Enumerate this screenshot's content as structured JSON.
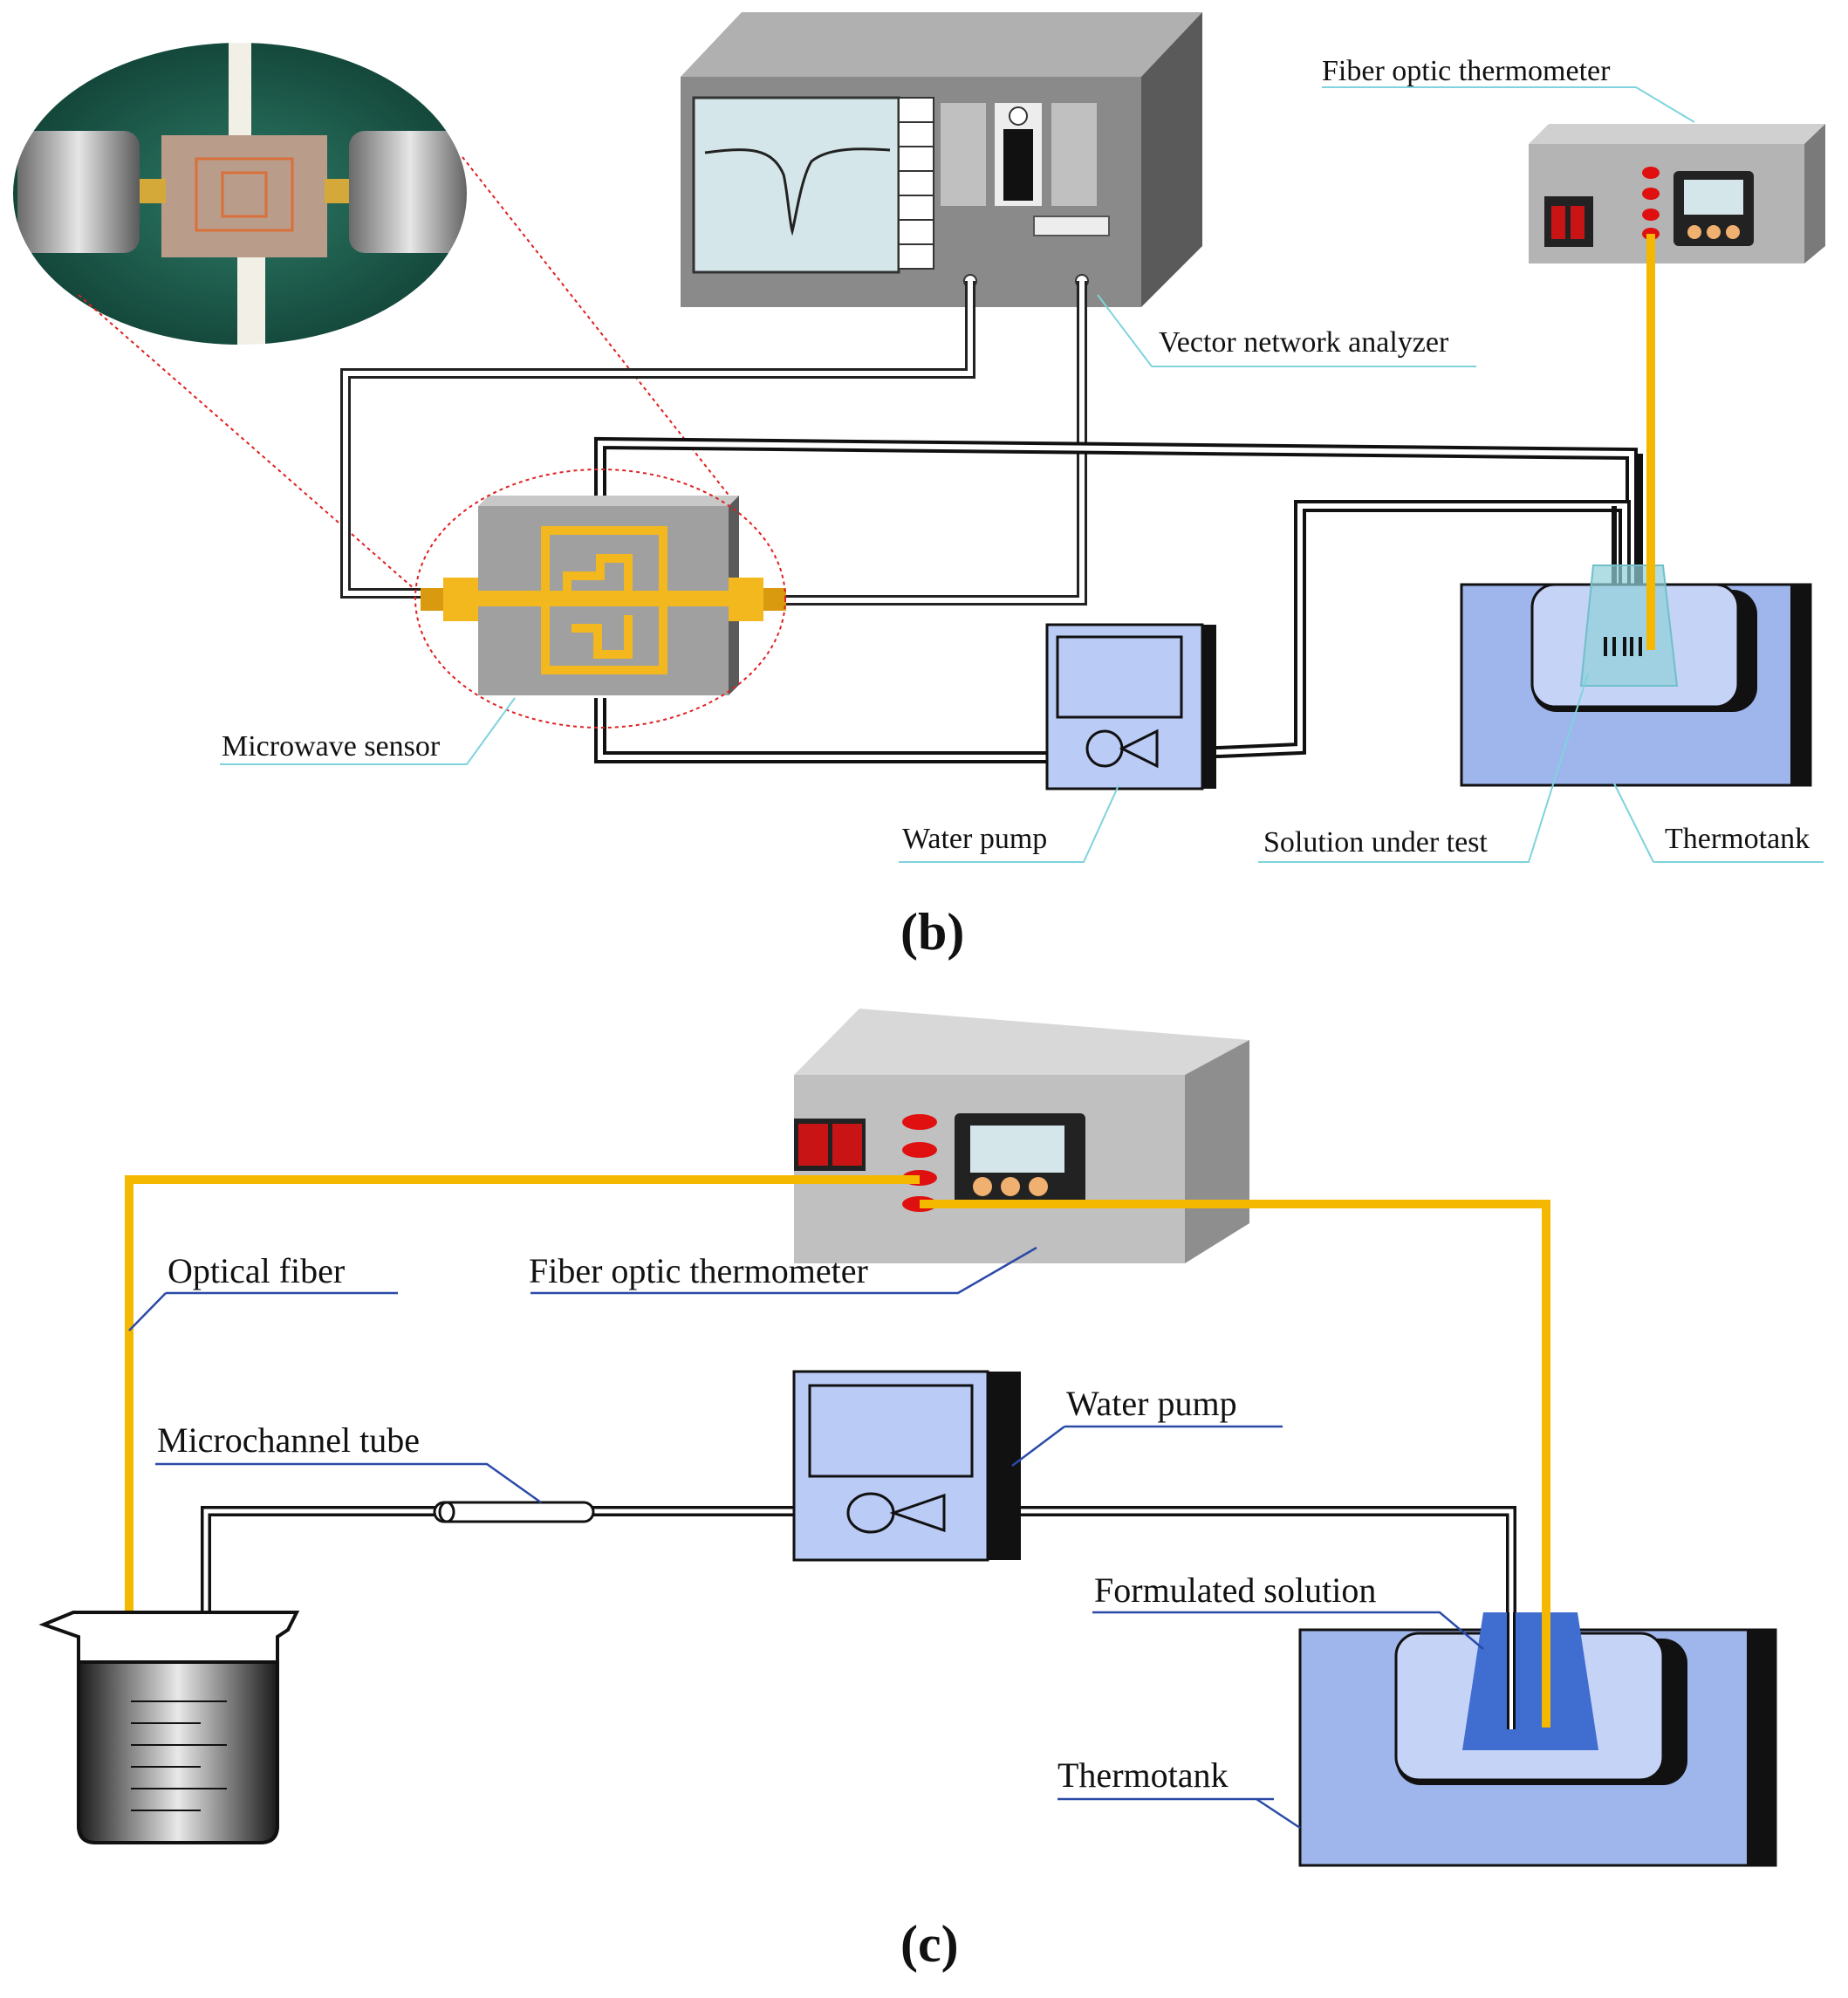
{
  "panel_b": {
    "letter": "(b)",
    "labels": {
      "fiber_optic_thermometer": "Fiber optic thermometer",
      "vector_network_analyzer": "Vector network analyzer",
      "microwave_sensor": "Microwave sensor",
      "water_pump": "Water pump",
      "solution_under_test": "Solution under test",
      "thermotank": "Thermotank"
    }
  },
  "panel_c": {
    "letter": "(c)",
    "labels": {
      "optical_fiber": "Optical fiber",
      "fiber_optic_thermometer": "Fiber optic thermometer",
      "water_pump": "Water pump",
      "microchannel_tube": "Microchannel tube",
      "formulated_solution": "Formulated solution",
      "thermotank": "Thermotank"
    }
  },
  "colors": {
    "device_gray": "#808080",
    "device_light": "#c8c8c8",
    "fiber_yellow": "#f5b800",
    "circuit_yellow": "#f2b81e",
    "tank_blue": "#9fb6ec",
    "tank_inner": "#c5d3f7",
    "pump_blue": "#bacbf6",
    "solution_blue": "#3f6dd0",
    "leader_b": "#7fd3dc",
    "leader_c": "#2b4aa8",
    "led_red": "#e01010",
    "switch_red": "#c81414"
  }
}
